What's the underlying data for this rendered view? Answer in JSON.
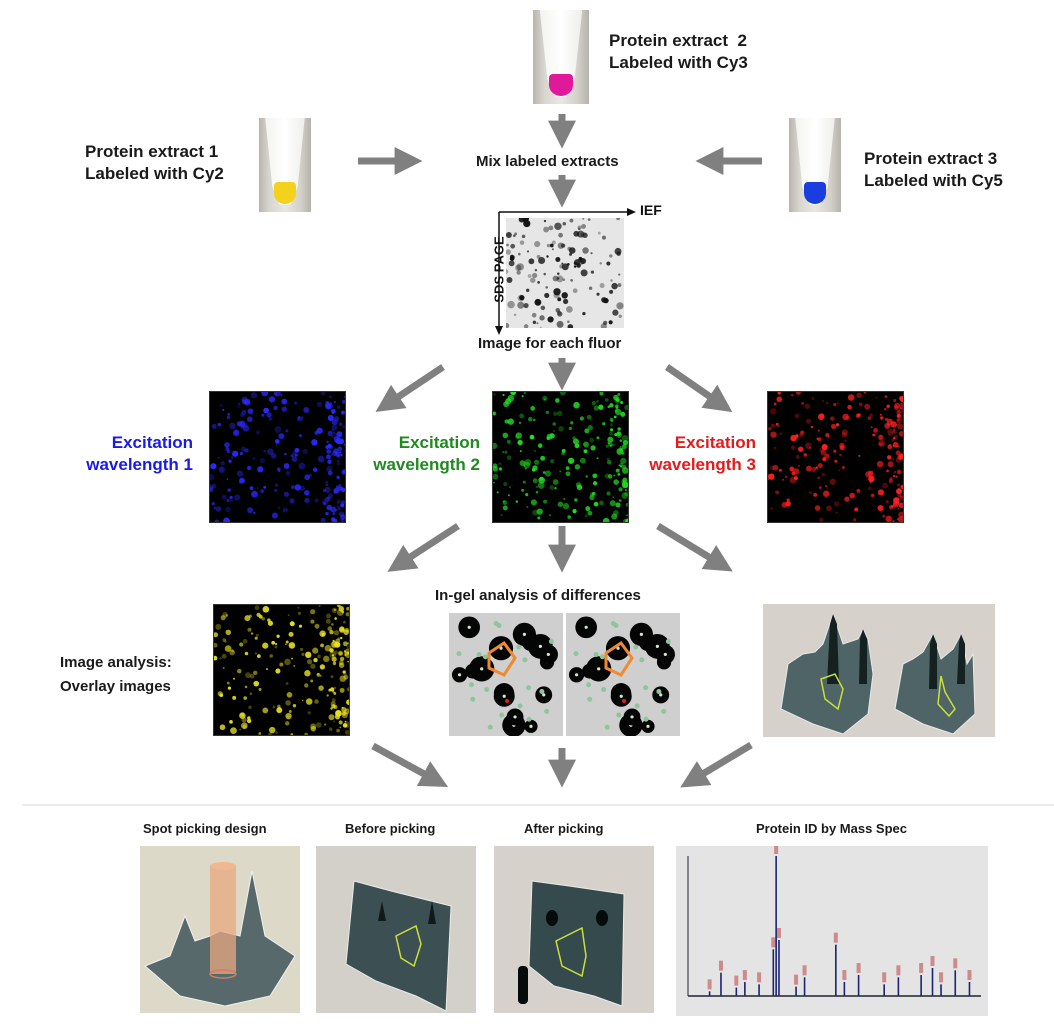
{
  "samples": [
    {
      "title": "Protein extract 1",
      "label": "Labeled with Cy2",
      "dye_color": "#f2d21a"
    },
    {
      "title": "Protein extract  2",
      "label": "Labeled with Cy3",
      "dye_color": "#e0189a"
    },
    {
      "title": "Protein extract 3",
      "label": "Labeled with Cy5",
      "dye_color": "#1a3de0"
    }
  ],
  "mix_label": "Mix labeled extracts",
  "gel_axes": {
    "horizontal": "IEF",
    "vertical": "SDS PAGE"
  },
  "image_each_fluor_label": "Image for each fluor",
  "excitation": [
    {
      "line1": "Excitation",
      "line2": "wavelength 1",
      "color": "#1a1ae6"
    },
    {
      "line1": "Excitation",
      "line2": "wavelength 2",
      "color": "#1f8a1f"
    },
    {
      "line1": "Excitation",
      "line2": "wavelength 3",
      "color": "#e61a1a"
    }
  ],
  "analysis": {
    "overlay_line1": "Image analysis:",
    "overlay_line2": "Overlay images",
    "in_gel_title": "In-gel analysis of differences"
  },
  "bottom_panels": [
    {
      "title": "Spot picking design"
    },
    {
      "title": "Before picking"
    },
    {
      "title": "After picking"
    },
    {
      "title": "Protein ID by Mass Spec"
    }
  ],
  "colors": {
    "arrow": "#808080",
    "divider": "#ededed"
  }
}
